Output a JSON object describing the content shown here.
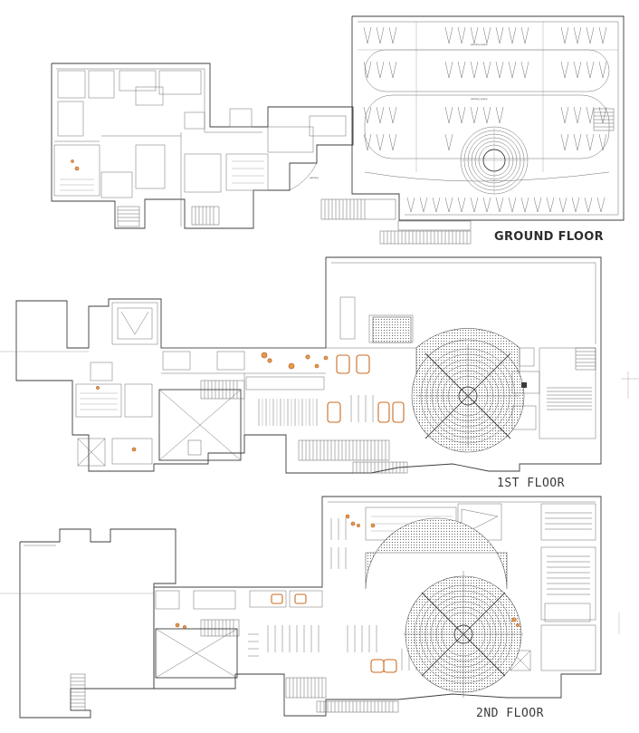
{
  "floors": [
    {
      "key": "ground",
      "title": "GROUND FLOOR",
      "labels": {
        "parking_1": "parking space",
        "parking_2": "parking space",
        "parking_3": "parking"
      }
    },
    {
      "key": "first",
      "title": "1ST FLOOR"
    },
    {
      "key": "second",
      "title": "2ND FLOOR"
    }
  ],
  "colors": {
    "line": "#3c3c3c",
    "furniture": "#e39a4e",
    "background": "#ffffff"
  }
}
